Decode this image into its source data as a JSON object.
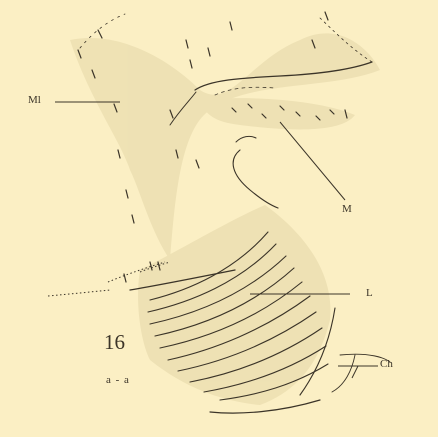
{
  "figure": {
    "number": "16",
    "section": "a - a",
    "labels": {
      "ml": "Ml",
      "m": "M",
      "l": "L",
      "ch": "Ch"
    },
    "colors": {
      "paper": "#fbefc4",
      "ink": "#3b3428",
      "shade": "#e9dcae"
    }
  }
}
